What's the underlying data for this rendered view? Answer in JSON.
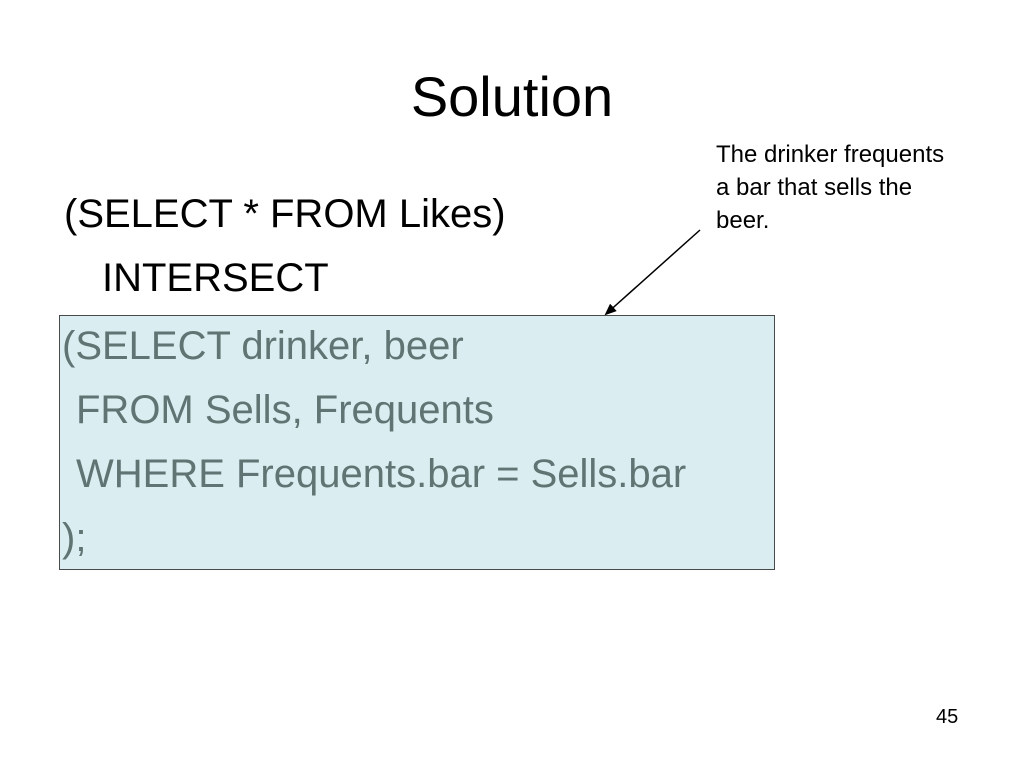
{
  "slide": {
    "title": "Solution",
    "page_number": "45"
  },
  "query": {
    "line1": "(SELECT * FROM Likes)",
    "line2": "INTERSECT",
    "subquery": {
      "line1": "(SELECT drinker, beer",
      "line2": "FROM Sells, Frequents",
      "line3": "WHERE Frequents.bar = Sells.bar",
      "line4": ");"
    }
  },
  "annotation": {
    "text": "The drinker frequents\na bar that sells the\nbeer."
  },
  "colors": {
    "subquery_background": "#daedf1",
    "subquery_text": "#5f7473"
  }
}
